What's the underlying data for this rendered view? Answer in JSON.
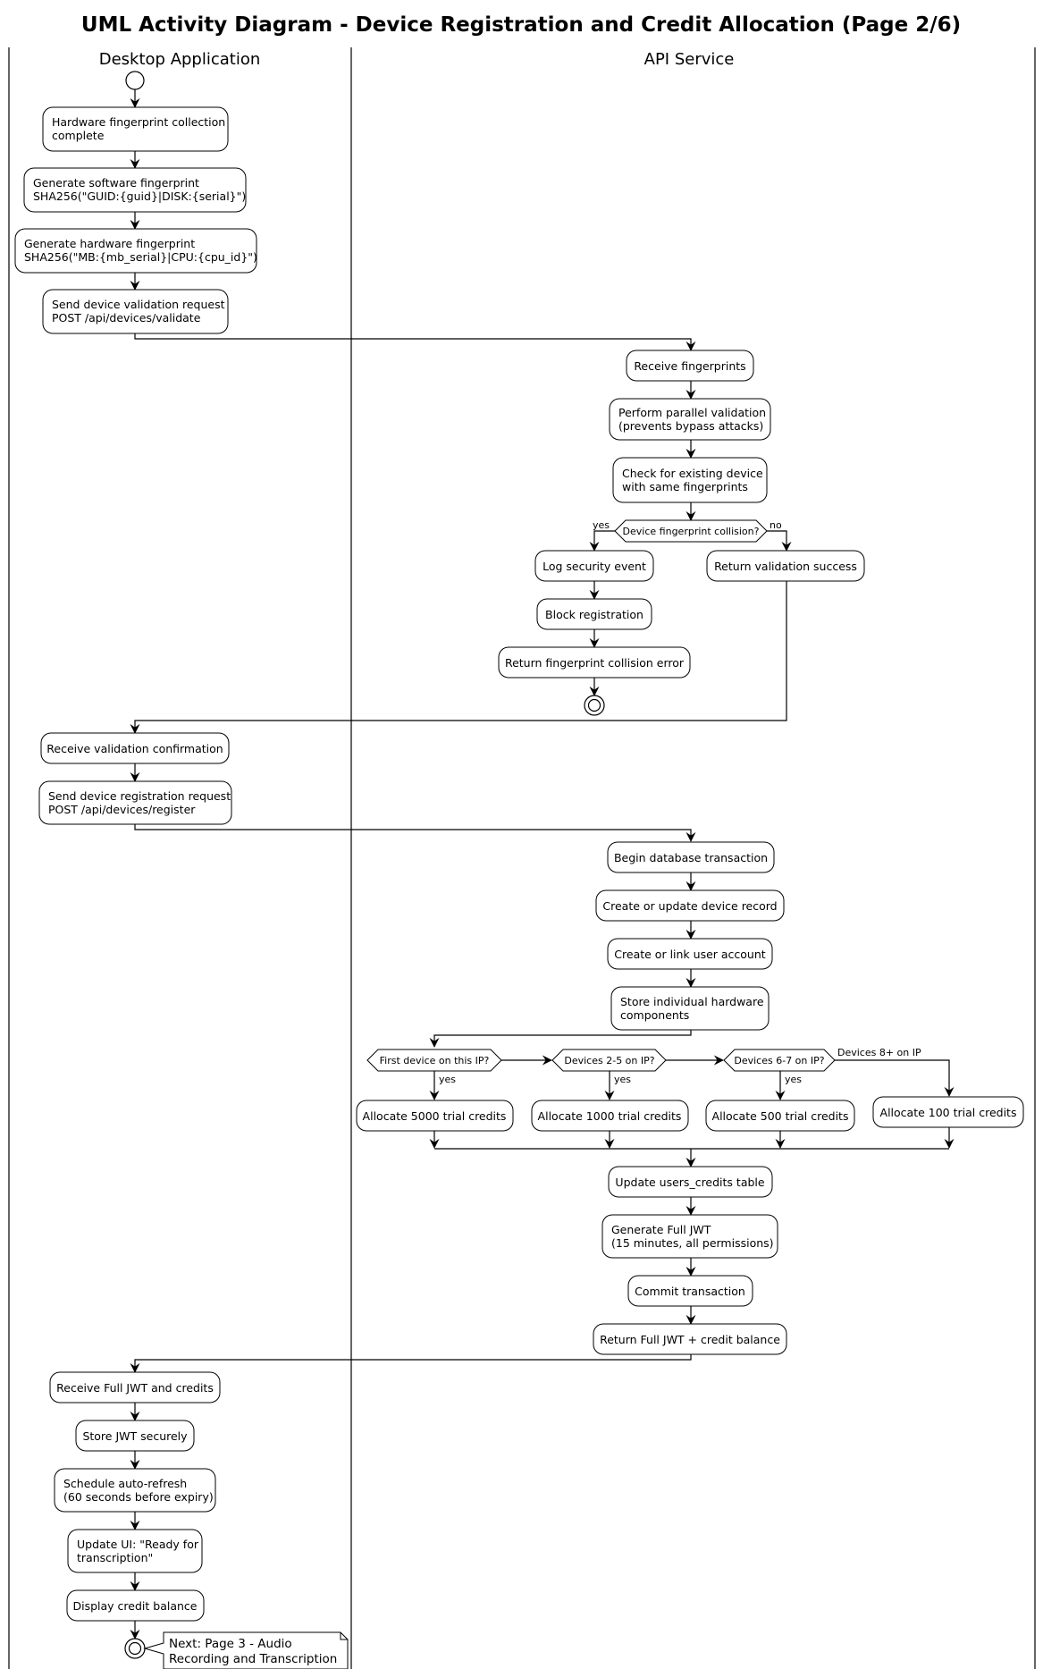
{
  "title": "UML Activity Diagram - Device Registration and Credit Allocation (Page 2/6)",
  "lanes": {
    "desktop": "Desktop Application",
    "api": "API Service"
  },
  "activities": {
    "hw_collect": [
      "Hardware fingerprint collection",
      "complete"
    ],
    "sw_fp": [
      "Generate software fingerprint",
      "SHA256(\"GUID:{guid}|DISK:{serial}\")"
    ],
    "hw_fp": [
      "Generate hardware fingerprint",
      "SHA256(\"MB:{mb_serial}|CPU:{cpu_id}\")"
    ],
    "send_validate": [
      "Send device validation request",
      "POST /api/devices/validate"
    ],
    "receive_fp": [
      "Receive fingerprints"
    ],
    "parallel_val": [
      "Perform parallel validation",
      "(prevents bypass attacks)"
    ],
    "check_existing": [
      "Check for existing device",
      "with same fingerprints"
    ],
    "log_security": [
      "Log security event"
    ],
    "block_reg": [
      "Block registration"
    ],
    "return_collision": [
      "Return fingerprint collision error"
    ],
    "return_success": [
      "Return validation success"
    ],
    "receive_confirm": [
      "Receive validation confirmation"
    ],
    "send_register": [
      "Send device registration request",
      "POST /api/devices/register"
    ],
    "begin_tx": [
      "Begin database transaction"
    ],
    "create_device": [
      "Create or update device record"
    ],
    "create_user": [
      "Create or link user account"
    ],
    "store_hw": [
      "Store individual hardware",
      "components"
    ],
    "alloc_5000": [
      "Allocate 5000 trial credits"
    ],
    "alloc_1000": [
      "Allocate 1000 trial credits"
    ],
    "alloc_500": [
      "Allocate 500 trial credits"
    ],
    "alloc_100": [
      "Allocate 100 trial credits"
    ],
    "update_credits": [
      "Update users_credits table"
    ],
    "gen_jwt": [
      "Generate Full JWT",
      "(15 minutes, all permissions)"
    ],
    "commit_tx": [
      "Commit transaction"
    ],
    "return_jwt": [
      "Return Full JWT + credit balance"
    ],
    "receive_jwt": [
      "Receive Full JWT and credits"
    ],
    "store_jwt": [
      "Store JWT securely"
    ],
    "schedule_refresh": [
      "Schedule auto-refresh",
      "(60 seconds before expiry)"
    ],
    "update_ui": [
      "Update UI: \"Ready for",
      "transcription\""
    ],
    "display_balance": [
      "Display credit balance"
    ]
  },
  "decisions": {
    "collision": "Device fingerprint collision?",
    "first_device": "First device on this IP?",
    "devices_2_5": "Devices 2-5 on IP?",
    "devices_6_7": "Devices 6-7 on IP?"
  },
  "guards": {
    "yes": "yes",
    "no": "no",
    "devices_8_plus": "Devices 8+ on IP"
  },
  "note": [
    "Next: Page 3 - Audio",
    "Recording and Transcription"
  ]
}
